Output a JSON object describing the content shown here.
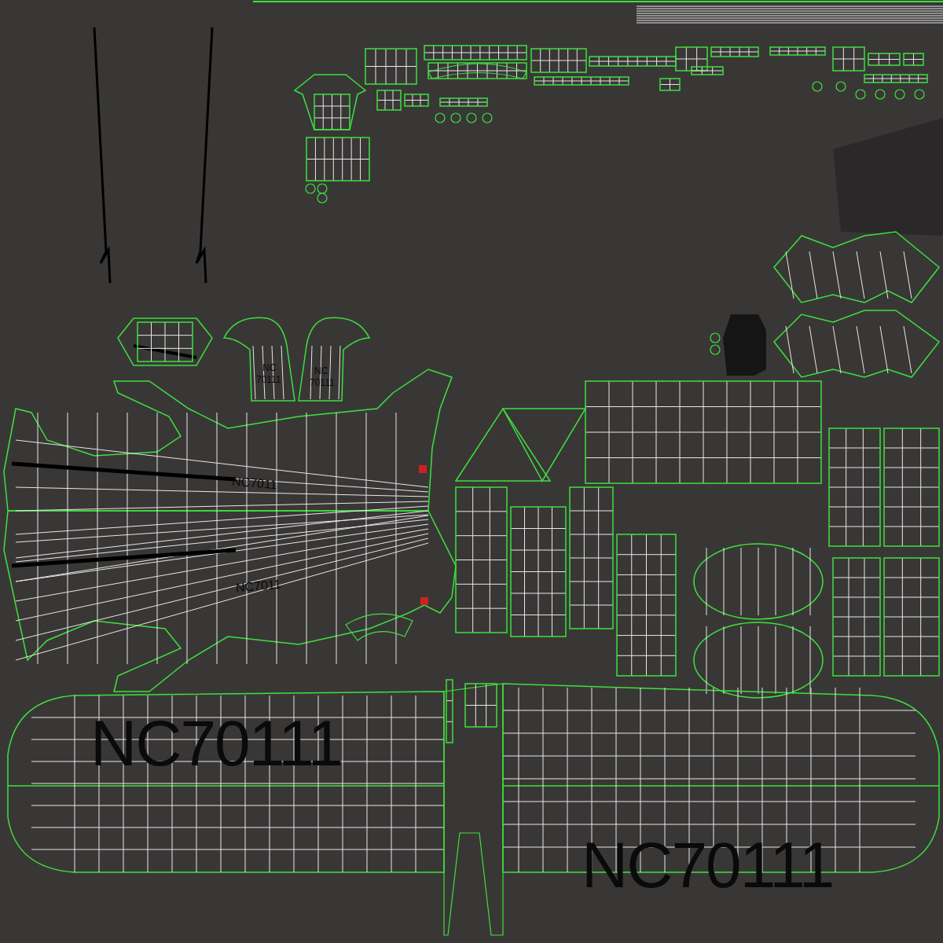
{
  "diagram": {
    "labels": [
      "NC70111",
      "NC70111",
      "NC",
      "70111",
      "NC",
      "70111",
      "NC7011",
      "NC7011"
    ]
  }
}
